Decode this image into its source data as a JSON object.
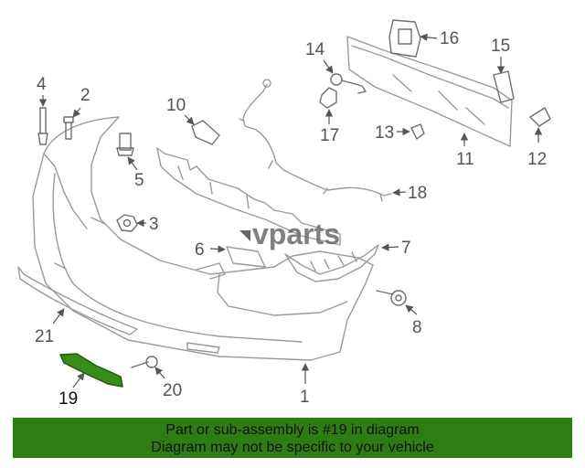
{
  "watermark": "vparts",
  "callouts": {
    "p1": "1",
    "p2": "2",
    "p3": "3",
    "p4": "4",
    "p5": "5",
    "p6": "6",
    "p7": "7",
    "p8": "8",
    "p10": "10",
    "p11": "11",
    "p12": "12",
    "p13": "13",
    "p14": "14",
    "p15": "15",
    "p16": "16",
    "p17": "17",
    "p18": "18",
    "p19": "19",
    "p20": "20",
    "p21": "21"
  },
  "highlight_part": "19",
  "colors": {
    "highlight": "#3a8c1a",
    "banner": "#2d7d12",
    "line": "#9a9a9a"
  },
  "banner": {
    "line1": "Part or sub-assembly is #19 in diagram",
    "line2": "Diagram may not be specific to your vehicle"
  }
}
